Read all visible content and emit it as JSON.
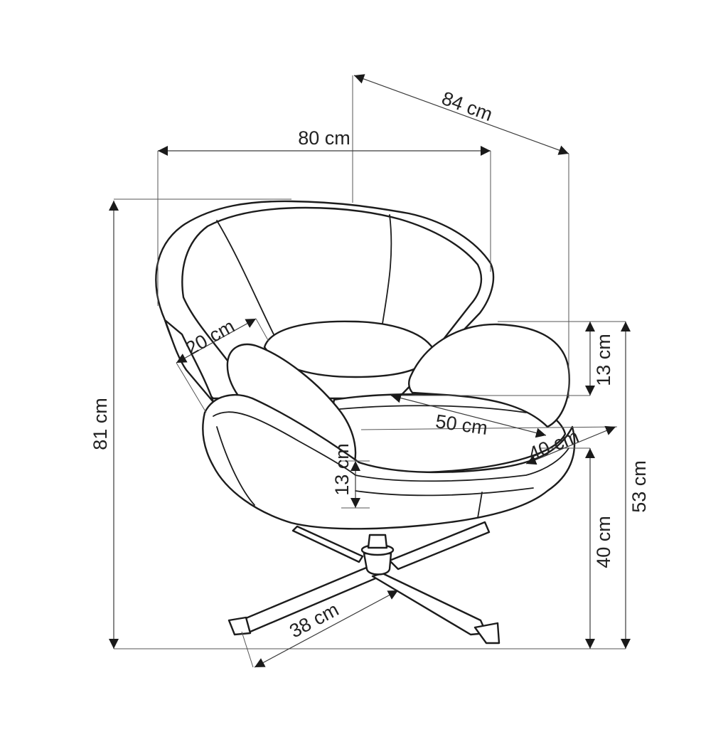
{
  "drawing": {
    "subject": "swivel armchair dimension drawing",
    "line_color": "#1c1c1c",
    "dimensions": {
      "depth_total": "84 cm",
      "width_total": "80 cm",
      "height_total": "81 cm",
      "armrest_width": "20 cm",
      "armrest_height": "13 cm",
      "seat_width": "50 cm",
      "seat_depth": "40 cm",
      "cushion_thickness": "13 cm",
      "seat_height": "40 cm",
      "armrest_floor_height": "53 cm",
      "base_leg": "38 cm"
    }
  }
}
